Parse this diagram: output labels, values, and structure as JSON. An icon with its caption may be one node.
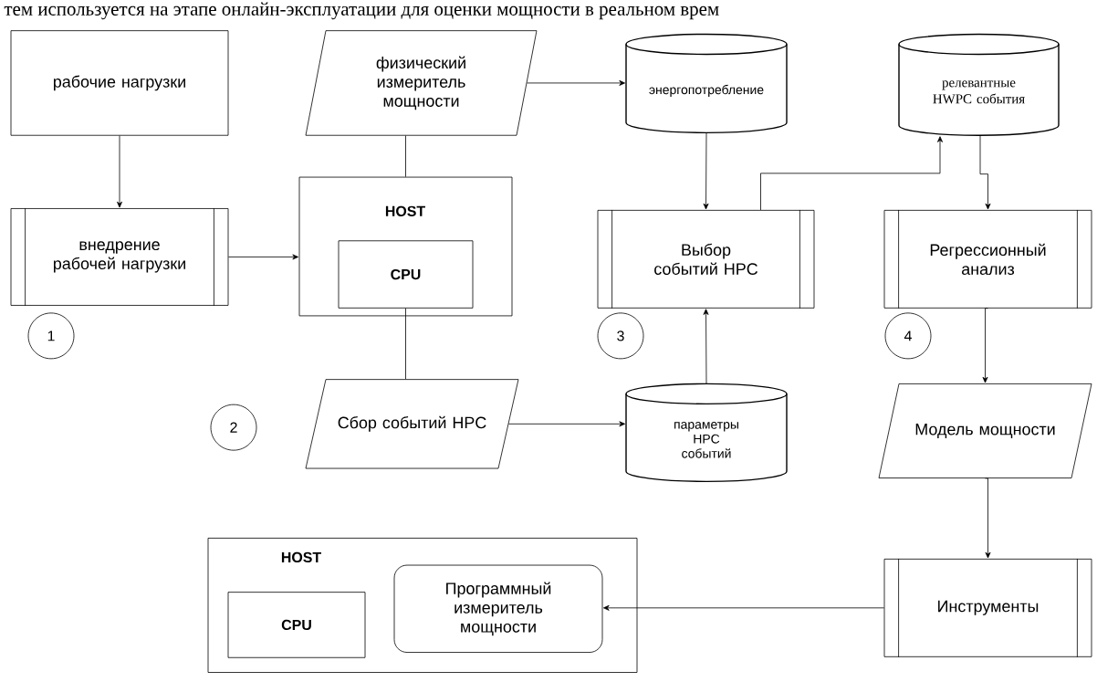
{
  "diagram": {
    "nodes": [
      {
        "text": [
          "рабочие нагрузки"
        ]
      },
      {
        "text": [
          "внедрение рабочей нагрузки"
        ]
      },
      {
        "text": [
          "физический измеритель мощности"
        ]
      },
      {
        "text": [
          "HOST"
        ]
      },
      {
        "text": [
          "CPU"
        ],
        "in": 3
      },
      {
        "text": [
          "Сбор событий HPC"
        ]
      },
      {
        "text": [
          "энергопотребление"
        ]
      },
      {
        "text": [
          "параметры HPC событий"
        ]
      },
      {
        "text": [
          "Выбор событий HPC"
        ]
      },
      {
        "text": [
          "релевантные HWPC события"
        ]
      },
      {
        "text": [
          "Регрессионный анализ"
        ]
      },
      {
        "text": [
          "Модель мощности"
        ]
      },
      {
        "text": [
          "Инструменты"
        ]
      },
      {
        "text": [
          "HOST"
        ]
      },
      {
        "text": [
          "CPU"
        ],
        "in": 13
      },
      {
        "text": [
          "Программный измеритель мощности"
        ],
        "in": 13
      },
      {
        "text": [
          "1"
        ]
      },
      {
        "text": [
          "2"
        ]
      },
      {
        "text": [
          "3"
        ]
      },
      {
        "text": [
          "4"
        ]
      }
    ],
    "edges": [
      {
        "from": 0,
        "to": 1,
        "arrow": "to"
      },
      {
        "from": 1,
        "to": 3,
        "arrow": "to"
      },
      {
        "from": 2,
        "to": 3,
        "arrow": "none"
      },
      {
        "from": 2,
        "to": 6,
        "arrow": "to"
      },
      {
        "from": 4,
        "to": 5,
        "arrow": "none"
      },
      {
        "from": 5,
        "to": 7,
        "arrow": "to"
      },
      {
        "from": 7,
        "to": 8,
        "arrow": "to"
      },
      {
        "from": 6,
        "to": 8,
        "arrow": "to"
      },
      {
        "from": 8,
        "to": 9,
        "arrow": "to"
      },
      {
        "from": 9,
        "to": 10,
        "arrow": "to"
      },
      {
        "from": 10,
        "to": 11,
        "arrow": "to"
      },
      {
        "from": 11,
        "to": 12,
        "arrow": "to"
      },
      {
        "from": 12,
        "to": 15,
        "arrow": "to"
      }
    ],
    "labels": [
      "тем используется на этапе онлайн-эксплуатации для оценки мощности в реальном врем"
    ]
  }
}
